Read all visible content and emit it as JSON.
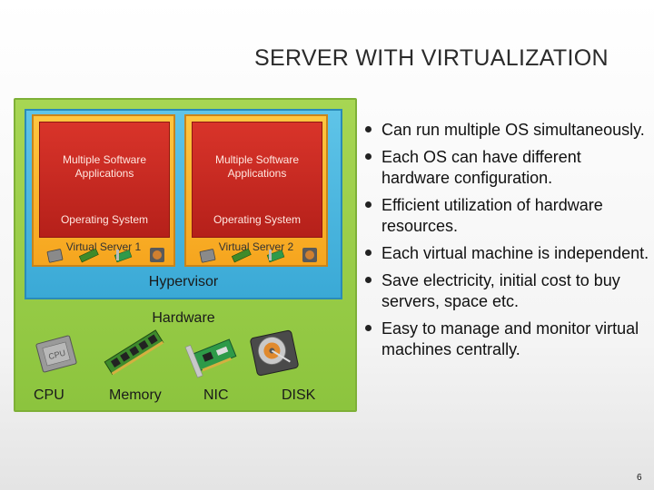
{
  "slide": {
    "title": "SERVER WITH VIRTUALIZATION",
    "page_number": "6"
  },
  "diagram": {
    "virtual_servers": [
      {
        "apps_label": "Multiple Software Applications",
        "os_label": "Operating System",
        "name": "Virtual Server 1"
      },
      {
        "apps_label": "Multiple Software Applications",
        "os_label": "Operating System",
        "name": "Virtual Server 2"
      }
    ],
    "hypervisor_label": "Hypervisor",
    "hardware_label": "Hardware",
    "components": [
      {
        "label": "CPU",
        "icon": "cpu-chip-icon"
      },
      {
        "label": "Memory",
        "icon": "memory-module-icon"
      },
      {
        "label": "NIC",
        "icon": "network-card-icon"
      },
      {
        "label": "DISK",
        "icon": "hard-disk-icon"
      }
    ],
    "colors": {
      "hardware": "#8cc43e",
      "hypervisor": "#3aa9d6",
      "virtual_server": "#f6a51e",
      "applications": "#c8281f"
    }
  },
  "bullets": [
    "Can run multiple OS simultaneously.",
    "Each OS can have different hardware configuration.",
    "Efficient utilization of hardware resources.",
    "Each virtual machine is independent.",
    "Save electricity, initial cost to buy servers, space etc.",
    "Easy to manage and monitor virtual machines centrally."
  ]
}
